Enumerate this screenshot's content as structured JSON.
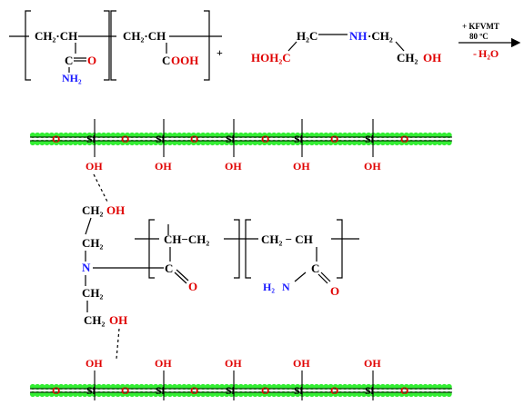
{
  "colors": {
    "text": "#000000",
    "oxygen": "#e00000",
    "nitrogen": "#1a1aff",
    "surface": "#33ee33"
  },
  "reaction": {
    "m1": {
      "ch2ch": "CH₂·CH",
      "c": "C",
      "o": "O",
      "nh2": "NH₂"
    },
    "m2": {
      "ch2ch": "CH₂·CH",
      "c": "C",
      "ooh": "OOH"
    },
    "plus": "+",
    "dea": {
      "h2c": "H₂C",
      "nh": "NH",
      "ch2": "·CH₂",
      "hoh2c": "HOH₂C",
      "ch2oh_ch2": "CH₂",
      "ch2oh_oh": "OH"
    },
    "cond1": "+ KFVMT",
    "cond2": "80 ºC",
    "byprod_minus": "-",
    "byprod": "H₂O"
  },
  "surface_top": {
    "o": [
      "O",
      "O",
      "O",
      "O",
      "O",
      "O"
    ],
    "si": [
      "Si",
      "Si",
      "Si",
      "Si",
      "Si"
    ],
    "oh": [
      "OH",
      "OH",
      "OH",
      "OH",
      "OH"
    ]
  },
  "middle": {
    "ch2oh1": {
      "ch2": "CH₂",
      "oh": "OH"
    },
    "ch2_1": "CH₂",
    "n": "N",
    "ch2_2": "CH₂",
    "ch2oh2": {
      "ch2": "CH₂",
      "oh": "OH"
    },
    "chch2": "CH−CH₂",
    "c1": "C",
    "o1": "O",
    "ch2ch": "CH₂ −  CH",
    "c2": "C",
    "o2": "O",
    "h2n_h2": "H₂",
    "h2n_n": "N"
  },
  "surface_bottom": {
    "o": [
      "O",
      "O",
      "O",
      "O",
      "O",
      "O"
    ],
    "si": [
      "Si",
      "Si",
      "Si",
      "Si",
      "Si"
    ],
    "oh": [
      "OH",
      "OH",
      "OH",
      "OH",
      "OH"
    ]
  }
}
